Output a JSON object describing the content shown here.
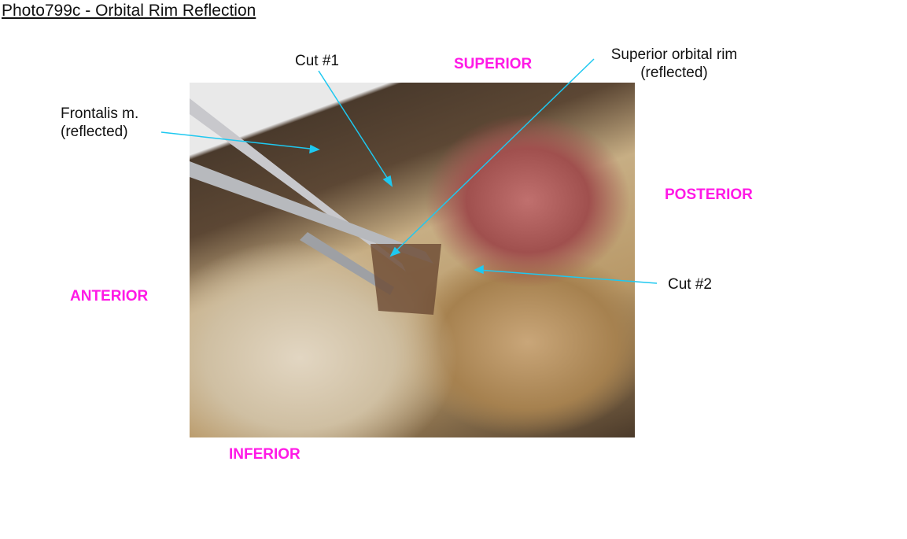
{
  "title": "Photo799c - Orbital Rim Reflection",
  "labels": {
    "cut1": "Cut #1",
    "frontalis_line1": "Frontalis m.",
    "frontalis_line2": "(reflected)",
    "sup_rim_line1": "Superior orbital rim",
    "sup_rim_line2": "(reflected)",
    "cut2": "Cut #2"
  },
  "directions": {
    "superior": "SUPERIOR",
    "posterior": "POSTERIOR",
    "anterior": "ANTERIOR",
    "inferior": "INFERIOR"
  },
  "colors": {
    "leader": "#1ec8f0",
    "direction": "#ff19e6"
  }
}
